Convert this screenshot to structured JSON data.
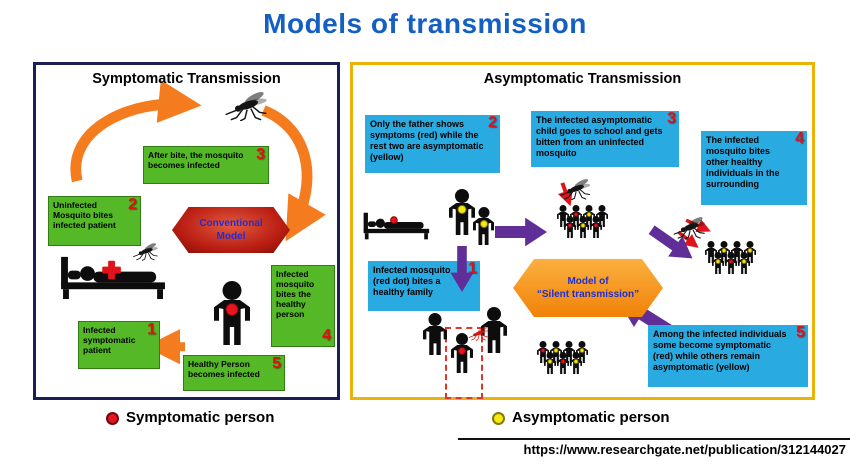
{
  "title": "Models of transmission",
  "colors": {
    "title": "#135fc4",
    "navy": "#1b2054",
    "gold": "#eab308",
    "green": "#54b827",
    "blue": "#29aae1",
    "numred": "#e21111",
    "purple": "#5f2e96",
    "hexred": "#b81d12",
    "hexorange": "#f08208"
  },
  "left_panel": {
    "title": "Symptomatic Transmission",
    "model": {
      "line1": "Conventional",
      "line2": "Model"
    },
    "steps": [
      {
        "num": "1",
        "text": "Infected symptomatic patient"
      },
      {
        "num": "2",
        "text": "Uninfected Mosquito bites infected patient"
      },
      {
        "num": "3",
        "text": "After bite, the mosquito becomes infected"
      },
      {
        "num": "4",
        "text": "Infected mosquito bites the healthy person"
      },
      {
        "num": "5",
        "text": "Healthy Person becomes infected"
      }
    ]
  },
  "right_panel": {
    "title": "Asymptomatic Transmission",
    "model": {
      "line1": "Model of",
      "line2": "“Silent transmission”"
    },
    "steps": [
      {
        "num": "1",
        "text": "Infected  mosquito (red dot) bites a healthy family"
      },
      {
        "num": "2",
        "text": "Only the father shows symptoms (red)  while the rest two are asymptomatic (yellow)"
      },
      {
        "num": "3",
        "text": "The infected asymptomatic child goes to school and gets bitten from an uninfected mosquito"
      },
      {
        "num": "4",
        "text": "The infected mosquito bites other healthy individuals in the surrounding"
      },
      {
        "num": "5",
        "text": "Among the infected individuals some become symptomatic (red) while others remain asymptomatic (yellow)"
      }
    ]
  },
  "legend": {
    "symptomatic_label": "Symptomatic person",
    "asymptomatic_label": "Asymptomatic person"
  },
  "footer": {
    "url": "https://www.researchgate.net/publication/312144027"
  }
}
